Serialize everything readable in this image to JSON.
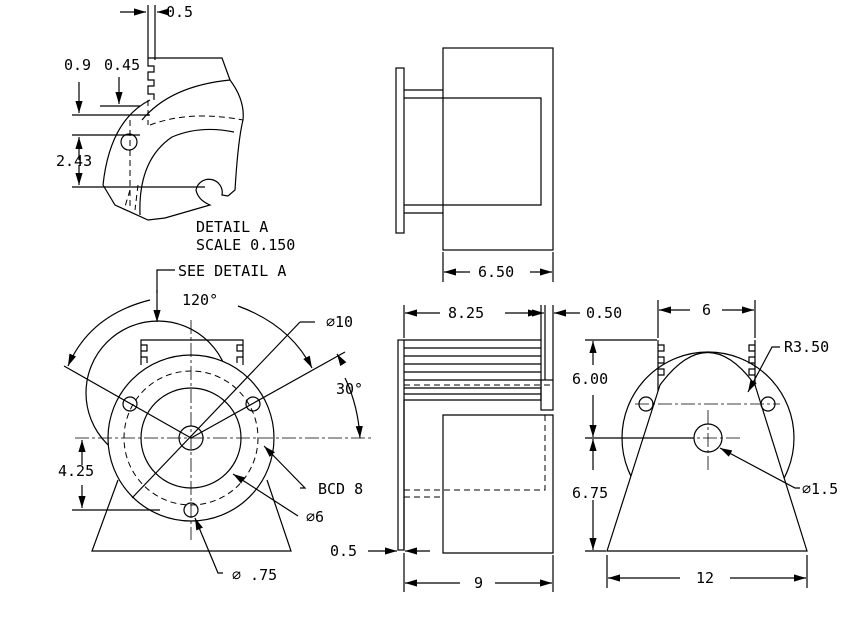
{
  "drawing": {
    "detail": {
      "title": "DETAIL A",
      "scale": "SCALE  0.150",
      "dims": {
        "tooth_width": "0.5",
        "dim_09": "0.9",
        "dim_045": "0.45",
        "dim_243": "2.43"
      }
    },
    "top_view": {
      "width_dim": "6.50"
    },
    "front_view": {
      "see_detail": "SEE DETAIL A",
      "angle_120": "120°",
      "angle_30": "30°",
      "dia_10": "∅10",
      "bcd": "BCD 8",
      "dia_6": "∅6",
      "dia_075": "∅ .75",
      "height_dim": "4.25"
    },
    "side_view": {
      "dim_825": "8.25",
      "dim_050": "0.50",
      "dim_05": "0.5",
      "dim_9": "9"
    },
    "end_view": {
      "dim_6": "6",
      "radius": "R3.50",
      "dim_600": "6.00",
      "dim_675": "6.75",
      "dia_15": "∅1.5",
      "dim_12": "12"
    }
  }
}
